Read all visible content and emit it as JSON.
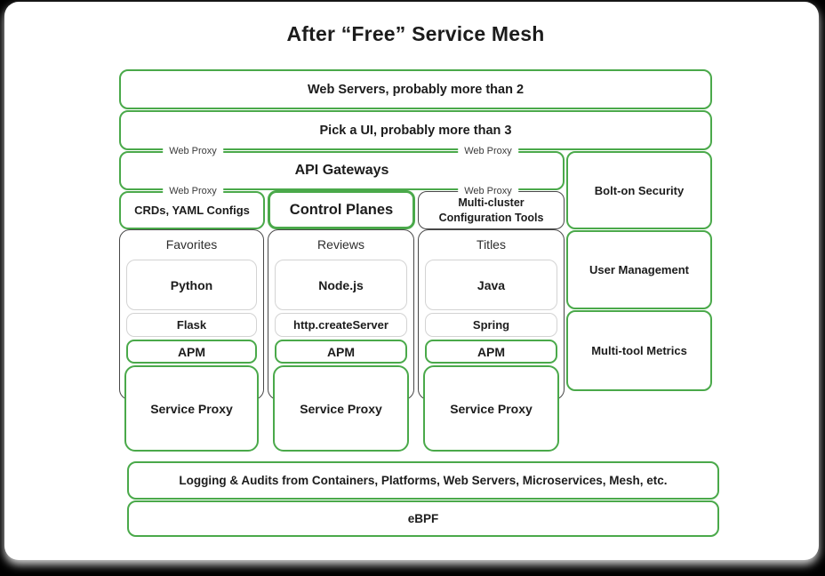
{
  "page": {
    "title": "After “Free” Service Mesh"
  },
  "stack": {
    "web_servers": "Web Servers, probably more than 2",
    "pick_ui": "Pick a UI, probably more than 3",
    "api_gateways": "API Gateways",
    "web_proxy_label": "Web Proxy",
    "crds_yaml": "CRDs, YAML Configs",
    "control_planes": "Control Planes",
    "multi_cluster": "Multi-cluster Configuration Tools"
  },
  "right_column": {
    "bolt_on_security": "Bolt-on Security",
    "user_management": "User Management",
    "multi_tool_metrics": "Multi-tool Metrics"
  },
  "services": [
    {
      "name": "Favorites",
      "runtime": "Python",
      "framework": "Flask",
      "apm": "APM",
      "proxy": "Service Proxy"
    },
    {
      "name": "Reviews",
      "runtime": "Node.js",
      "framework": "http.createServer",
      "apm": "APM",
      "proxy": "Service Proxy"
    },
    {
      "name": "Titles",
      "runtime": "Java",
      "framework": "Spring",
      "apm": "APM",
      "proxy": "Service Proxy"
    }
  ],
  "foundation": {
    "logging": "Logging & Audits from Containers, Platforms, Web Servers, Microservices, Mesh, etc.",
    "ebpf": "eBPF"
  },
  "colors": {
    "green": "#4aa94a",
    "dark": "#474747",
    "light": "#d3d3d3"
  }
}
